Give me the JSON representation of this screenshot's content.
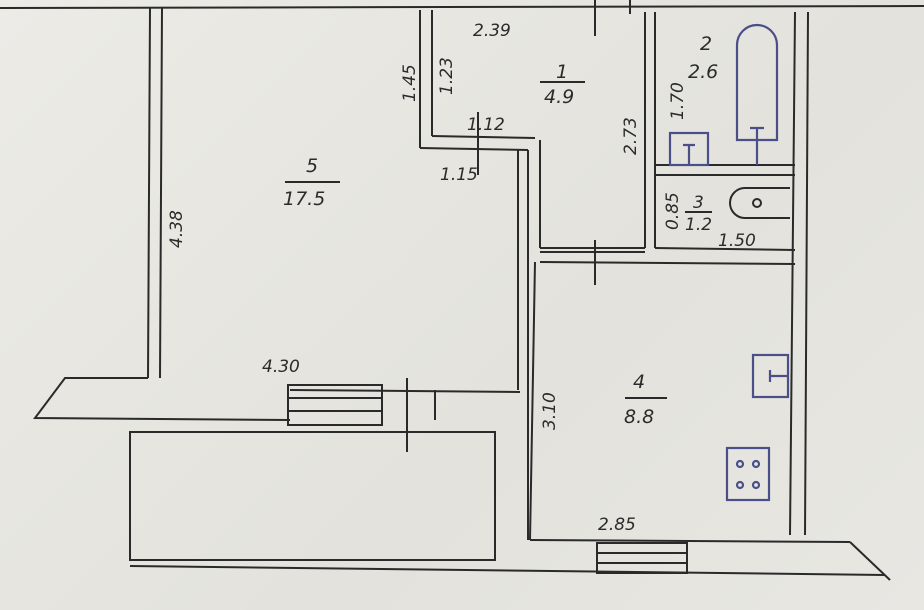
{
  "plan": {
    "rooms": [
      {
        "number": "1",
        "area": "4.9"
      },
      {
        "number": "2",
        "area": "2.6"
      },
      {
        "number": "3",
        "area": "1.2"
      },
      {
        "number": "4",
        "area": "8.8"
      },
      {
        "number": "5",
        "area": "17.5"
      }
    ],
    "dimensions": {
      "corridor_top": "2.39",
      "corridor_left_outer": "1.45",
      "corridor_left_inner": "1.23",
      "corridor_bottom": "1.12",
      "room5_top_right": "1.15",
      "corridor_right": "2.73",
      "bath_height": "1.70",
      "toilet_height": "0.85",
      "toilet_width": "1.50",
      "room5_height": "4.38",
      "room5_width": "4.30",
      "kitchen_height": "3.10",
      "kitchen_width": "2.85"
    }
  }
}
